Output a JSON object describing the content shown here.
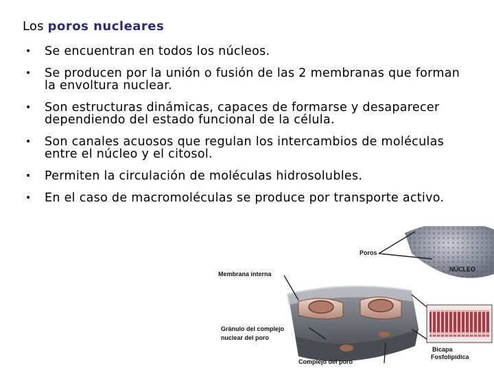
{
  "title": {
    "prefix": "Los",
    "highlight": "poros nucleares"
  },
  "bullets": [
    "Se encuentran en todos los núcleos.",
    "Se producen por la unión o fusión de las 2 membranas que forman la envoltura nuclear.",
    "Son estructuras dinámicas, capaces de formarse y desaparecer dependiendo del estado funcional de la célula.",
    "Son canales acuosos que regulan los intercambios de moléculas entre el núcleo y el citosol.",
    "Permiten la circulación de moléculas hidrosolubles.",
    "En el caso de macromoléculas se produce por transporte activo."
  ],
  "figure": {
    "labels": {
      "poros": "Poros",
      "nucleo": "NÚCLEO",
      "membrana_interna": "Membrana interna",
      "granulo_1": "Gránulo del complejo",
      "granulo_2": "nuclear del poro",
      "complejo": "Complejo del poro",
      "bicapa_1": "Bicapa",
      "bicapa_2": "Fosfolipídica"
    }
  }
}
